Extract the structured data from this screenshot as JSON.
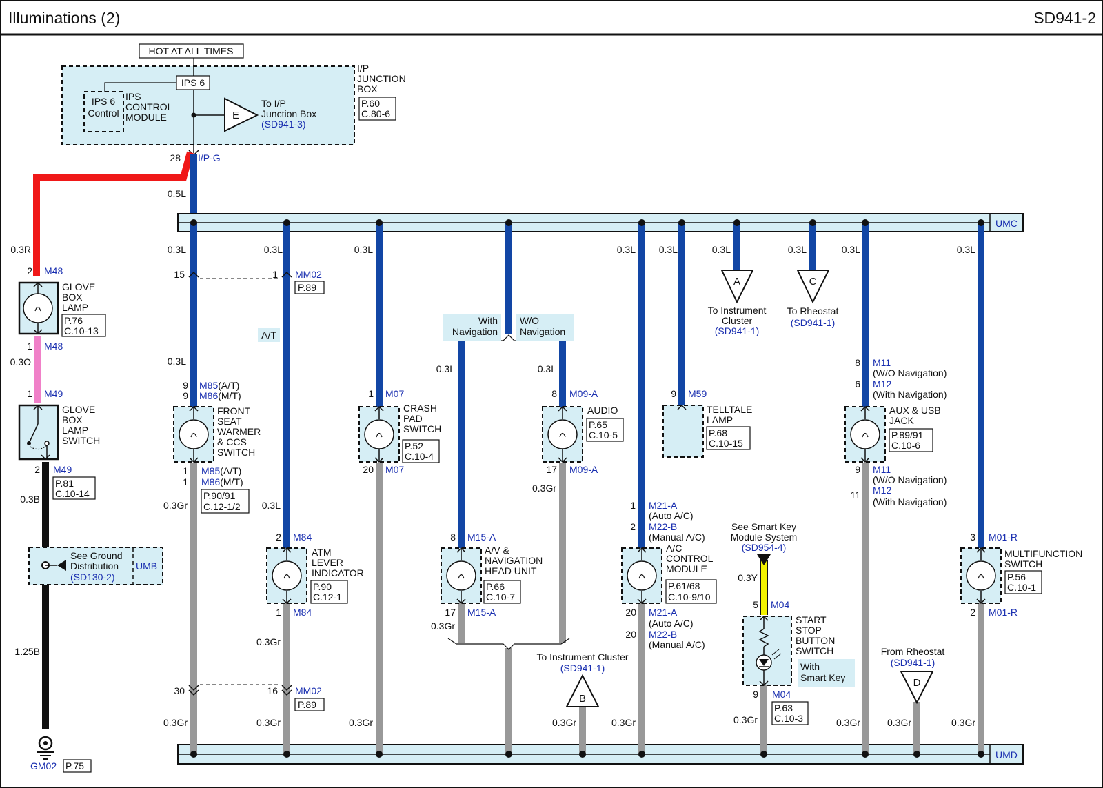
{
  "header": {
    "title": "Illuminations (2)",
    "code": "SD941-2"
  },
  "colors": {
    "blue_wire": "#1246a5",
    "gray_wire": "#999999",
    "red_wire": "#f01818",
    "pink_wire": "#f080c8",
    "black_wire": "#111111",
    "yellow_wire": "#f2f200",
    "box_fill": "#d6eef5",
    "ref_text": "#1a2fb0"
  },
  "top": {
    "hot_label": "HOT AT ALL TIMES",
    "ips6": "IPS 6",
    "ips6_control": [
      "IPS 6",
      "Control"
    ],
    "ips_module": [
      "IPS",
      "CONTROL",
      "MODULE"
    ],
    "connector_e": "E",
    "to_ip": [
      "To I/P",
      "Junction Box"
    ],
    "to_ip_ref": "(SD941-3)",
    "ip_box": [
      "I/P",
      "JUNCTION",
      "BOX"
    ],
    "ip_box_refs": [
      "P.60",
      "C.80-6"
    ],
    "pin28": "28",
    "ipg": "I/P-G",
    "wire_05l": "0.5L"
  },
  "bus": {
    "umc": "UMC",
    "umd": "UMD"
  },
  "glove": {
    "w03r": "0.3R",
    "pin2": "2",
    "m48": "M48",
    "lamp": [
      "GLOVE",
      "BOX",
      "LAMP"
    ],
    "lamp_refs": [
      "P.76",
      "C.10-13"
    ],
    "pin1": "1",
    "m48b": "M48",
    "w03o": "0.3O",
    "pin1b": "1",
    "m49": "M49",
    "switch": [
      "GLOVE",
      "BOX",
      "LAMP",
      "SWITCH"
    ],
    "pin2b": "2",
    "m49b": "M49",
    "switch_refs": [
      "P.81",
      "C.10-14"
    ],
    "w03b": "0.3B",
    "ground": [
      "See Ground",
      "Distribution"
    ],
    "ground_ref": "(SD130-2)",
    "umb": "UMB",
    "w125b": "1.25B",
    "gm02": "GM02",
    "gm02_ref": "P.75"
  },
  "seat": {
    "w03l_a": "0.3L",
    "pin15": "15",
    "w03l_b": "0.3L",
    "pins9": [
      "9",
      "9"
    ],
    "conns": [
      "M85",
      "M86"
    ],
    "conn_sfx": [
      "(A/T)",
      "(M/T)"
    ],
    "name": [
      "FRONT",
      "SEAT",
      "WARMER",
      "& CCS",
      "SWITCH"
    ],
    "pins1": [
      "1",
      "1"
    ],
    "conns_b": [
      "M85",
      "M86"
    ],
    "conn_sfx_b": [
      "(A/T)",
      "(M/T)"
    ],
    "refs": [
      "P.90/91",
      "C.12-1/2"
    ],
    "w03gr": "0.3Gr",
    "pin30": "30",
    "w03gr_b": "0.3Gr"
  },
  "atm": {
    "w03l": "0.3L",
    "pin1": "1",
    "mm02": "MM02",
    "mm02_ref": "P.89",
    "at": "A/T",
    "w03l_b": "0.3L",
    "pin2": "2",
    "m84": "M84",
    "name": [
      "ATM",
      "LEVER",
      "INDICATOR"
    ],
    "refs": [
      "P.90",
      "C.12-1"
    ],
    "pin1b": "1",
    "m84b": "M84",
    "w03gr": "0.3Gr",
    "pin16": "16",
    "mm02b": "MM02",
    "mm02b_ref": "P.89",
    "w03gr_b": "0.3Gr"
  },
  "crash": {
    "w03l": "0.3L",
    "pin1": "1",
    "m07": "M07",
    "name": [
      "CRASH",
      "PAD",
      "SWITCH"
    ],
    "refs": [
      "P.52",
      "C.10-4"
    ],
    "pin20": "20",
    "m07b": "M07",
    "w03gr": "0.3Gr"
  },
  "nav": {
    "with": [
      "With",
      "Navigation"
    ],
    "wo": [
      "W/O",
      "Navigation"
    ],
    "w03l_a": "0.3L",
    "w03l_b": "0.3L",
    "pin8": "8",
    "m15a": "M15-A",
    "av_name": [
      "A/V &",
      "NAVIGATION",
      "HEAD UNIT"
    ],
    "av_refs": [
      "P.66",
      "C.10-7"
    ],
    "pin17": "17",
    "m15a_b": "M15-A",
    "w03gr": "0.3Gr",
    "pin8b": "8",
    "m09a": "M09-A",
    "audio_name": [
      "AUDIO"
    ],
    "audio_refs": [
      "P.65",
      "C.10-5"
    ],
    "pin17b": "17",
    "m09a_b": "M09-A",
    "w03gr_b": "0.3Gr",
    "to_ic": "To Instrument Cluster",
    "to_ic_ref": "(SD941-1)",
    "b": "B",
    "w03gr_c": "0.3Gr"
  },
  "ac": {
    "w03l": "0.3L",
    "pin1": "1",
    "m21a": "M21-A",
    "auto": "(Auto A/C)",
    "pin2": "2",
    "m22b": "M22-B",
    "manual": "(Manual A/C)",
    "name": [
      "A/C",
      "CONTROL",
      "MODULE"
    ],
    "refs": [
      "P.61/68",
      "C.10-9/10"
    ],
    "pin20a": "20",
    "m21a_b": "M21-A",
    "auto_b": "(Auto A/C)",
    "pin20b": "20",
    "m22b_b": "M22-B",
    "manual_b": "(Manual A/C)",
    "w03gr": "0.3Gr"
  },
  "telltale": {
    "w03l": "0.3L",
    "pin9": "9",
    "m59": "M59",
    "name": [
      "TELLTALE",
      "LAMP"
    ],
    "refs": [
      "P.68",
      "C.10-15"
    ]
  },
  "conn_a": {
    "w03l": "0.3L",
    "a": "A",
    "text": [
      "To Instrument",
      "Cluster"
    ],
    "ref": "(SD941-1)"
  },
  "conn_c": {
    "w03l": "0.3L",
    "c": "C",
    "text": "To Rheostat",
    "ref": "(SD941-1)"
  },
  "smart": {
    "see": [
      "See Smart Key",
      "Module System"
    ],
    "ref": "(SD954-4)",
    "w03y": "0.3Y",
    "pin5": "5",
    "m04": "M04",
    "name": [
      "START",
      "STOP",
      "BUTTON",
      "SWITCH"
    ],
    "with": [
      "With",
      "Smart Key"
    ],
    "pin9": "9",
    "m04b": "M04",
    "refs": [
      "P.63",
      "C.10-3"
    ],
    "w03gr": "0.3Gr"
  },
  "aux": {
    "w03l": "0.3L",
    "pin8": "8",
    "m11": "M11",
    "wo": "(W/O Navigation)",
    "pin6": "6",
    "m12": "M12",
    "with": "(With Navigation)",
    "name": [
      "AUX & USB",
      "JACK"
    ],
    "refs": [
      "P.89/91",
      "C.10-6"
    ],
    "pin9": "9",
    "m11b": "M11",
    "wo_b": "(W/O Navigation)",
    "pin11": "11",
    "m12b": "M12",
    "with_b": "(With Navigation)",
    "w03gr": "0.3Gr"
  },
  "rheostat": {
    "from": "From Rheostat",
    "ref": "(SD941-1)",
    "d": "D",
    "w03gr": "0.3Gr"
  },
  "multi": {
    "w03l": "0.3L",
    "pin3": "3",
    "m01r": "M01-R",
    "name": [
      "MULTIFUNCTION",
      "SWITCH"
    ],
    "refs": [
      "P.56",
      "C.10-1"
    ],
    "pin2": "2",
    "m01r_b": "M01-R",
    "w03gr": "0.3Gr"
  }
}
